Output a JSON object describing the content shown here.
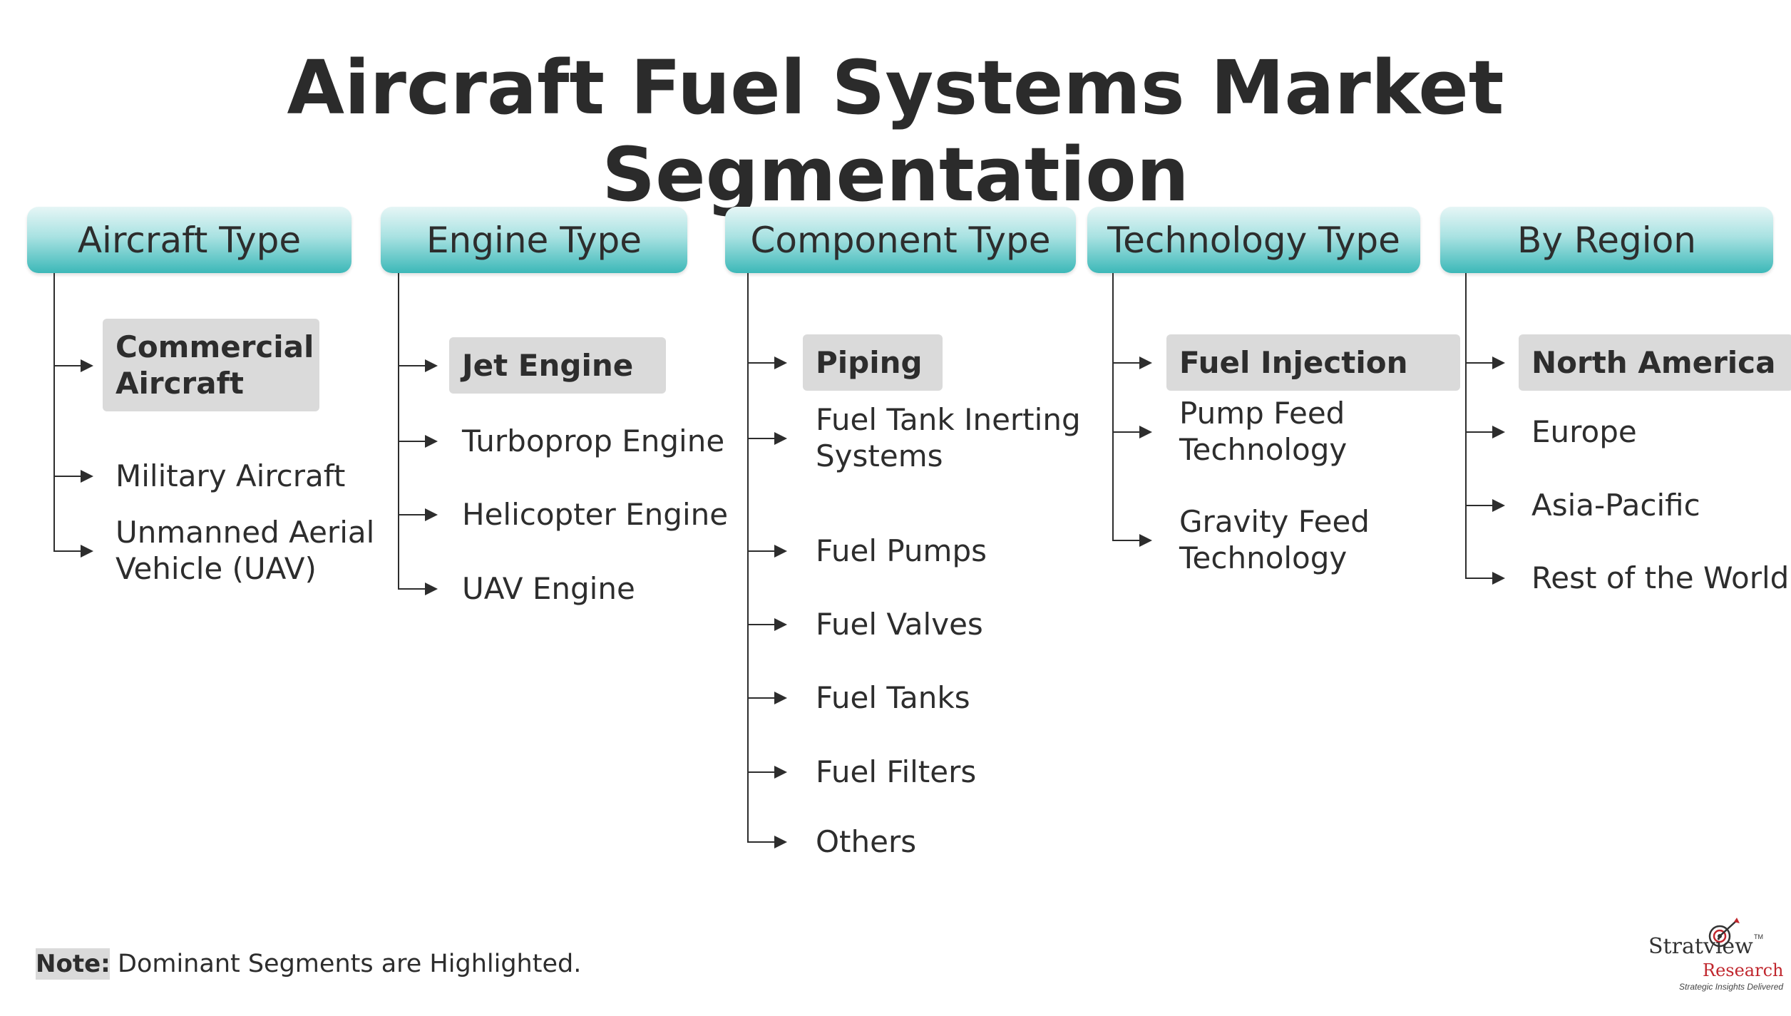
{
  "title": "Aircraft Fuel Systems Market Segmentation",
  "columns": [
    {
      "header": "Aircraft Type",
      "items": [
        {
          "lines": [
            "Commercial",
            "Aircraft"
          ],
          "highlighted": true
        },
        {
          "lines": [
            "Military Aircraft"
          ],
          "highlighted": false
        },
        {
          "lines": [
            "Unmanned Aerial",
            "Vehicle (UAV)"
          ],
          "highlighted": false
        }
      ]
    },
    {
      "header": "Engine Type",
      "items": [
        {
          "lines": [
            "Jet Engine"
          ],
          "highlighted": true
        },
        {
          "lines": [
            "Turboprop Engine"
          ],
          "highlighted": false
        },
        {
          "lines": [
            "Helicopter Engine"
          ],
          "highlighted": false
        },
        {
          "lines": [
            "UAV Engine"
          ],
          "highlighted": false
        }
      ]
    },
    {
      "header": "Component Type",
      "items": [
        {
          "lines": [
            "Piping"
          ],
          "highlighted": true
        },
        {
          "lines": [
            "Fuel Tank Inerting",
            "Systems"
          ],
          "highlighted": false
        },
        {
          "lines": [
            "Fuel Pumps"
          ],
          "highlighted": false
        },
        {
          "lines": [
            "Fuel Valves"
          ],
          "highlighted": false
        },
        {
          "lines": [
            "Fuel Tanks"
          ],
          "highlighted": false
        },
        {
          "lines": [
            "Fuel Filters"
          ],
          "highlighted": false
        },
        {
          "lines": [
            "Others"
          ],
          "highlighted": false
        }
      ]
    },
    {
      "header": "Technology Type",
      "items": [
        {
          "lines": [
            "Fuel Injection"
          ],
          "highlighted": true
        },
        {
          "lines": [
            "Pump Feed",
            "Technology"
          ],
          "highlighted": false
        },
        {
          "lines": [
            "Gravity Feed",
            "Technology"
          ],
          "highlighted": false
        }
      ]
    },
    {
      "header": "By Region",
      "items": [
        {
          "lines": [
            "North America"
          ],
          "highlighted": true
        },
        {
          "lines": [
            "Europe"
          ],
          "highlighted": false
        },
        {
          "lines": [
            "Asia-Pacific"
          ],
          "highlighted": false
        },
        {
          "lines": [
            "Rest of the World"
          ],
          "highlighted": false
        }
      ]
    }
  ],
  "note": {
    "label": "Note:",
    "text": "Dominant Segments are Highlighted."
  },
  "logo": {
    "name": "Stratview",
    "sub": "Research",
    "tagline": "Strategic Insights Delivered",
    "tm": "TM"
  },
  "colors": {
    "header_top": "#e6f6f6",
    "header_bottom": "#3cb8b8",
    "highlight": "#dadada",
    "text": "#2d2d2d",
    "logo_red": "#c0262d"
  }
}
